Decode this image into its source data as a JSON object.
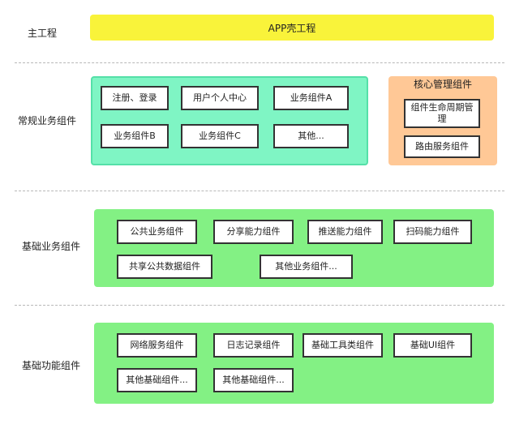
{
  "rows": {
    "main": {
      "label": "主工程",
      "band_text": "APP壳工程"
    },
    "business": {
      "label": "常规业务组件",
      "boxes": [
        "注册、登录",
        "用户个人中心",
        "业务组件A",
        "业务组件B",
        "业务组件C",
        "其他..."
      ],
      "core": {
        "title": "核心管理组件",
        "boxes": [
          "组件生命周期管理",
          "路由服务组件"
        ]
      }
    },
    "base_business": {
      "label": "基础业务组件",
      "boxes": [
        "公共业务组件",
        "分享能力组件",
        "推送能力组件",
        "扫码能力组件",
        "共享公共数据组件",
        "其他业务组件..."
      ]
    },
    "base_function": {
      "label": "基础功能组件",
      "boxes": [
        "网络服务组件",
        "日志记录组件",
        "基础工具类组件",
        "基础UI组件",
        "其他基础组件...",
        "其他基础组件..."
      ]
    }
  },
  "colors": {
    "main_band": "#f9f33a",
    "business_band": "#7ff5c4",
    "core_band": "#ffc896",
    "base_band": "#83f184"
  }
}
